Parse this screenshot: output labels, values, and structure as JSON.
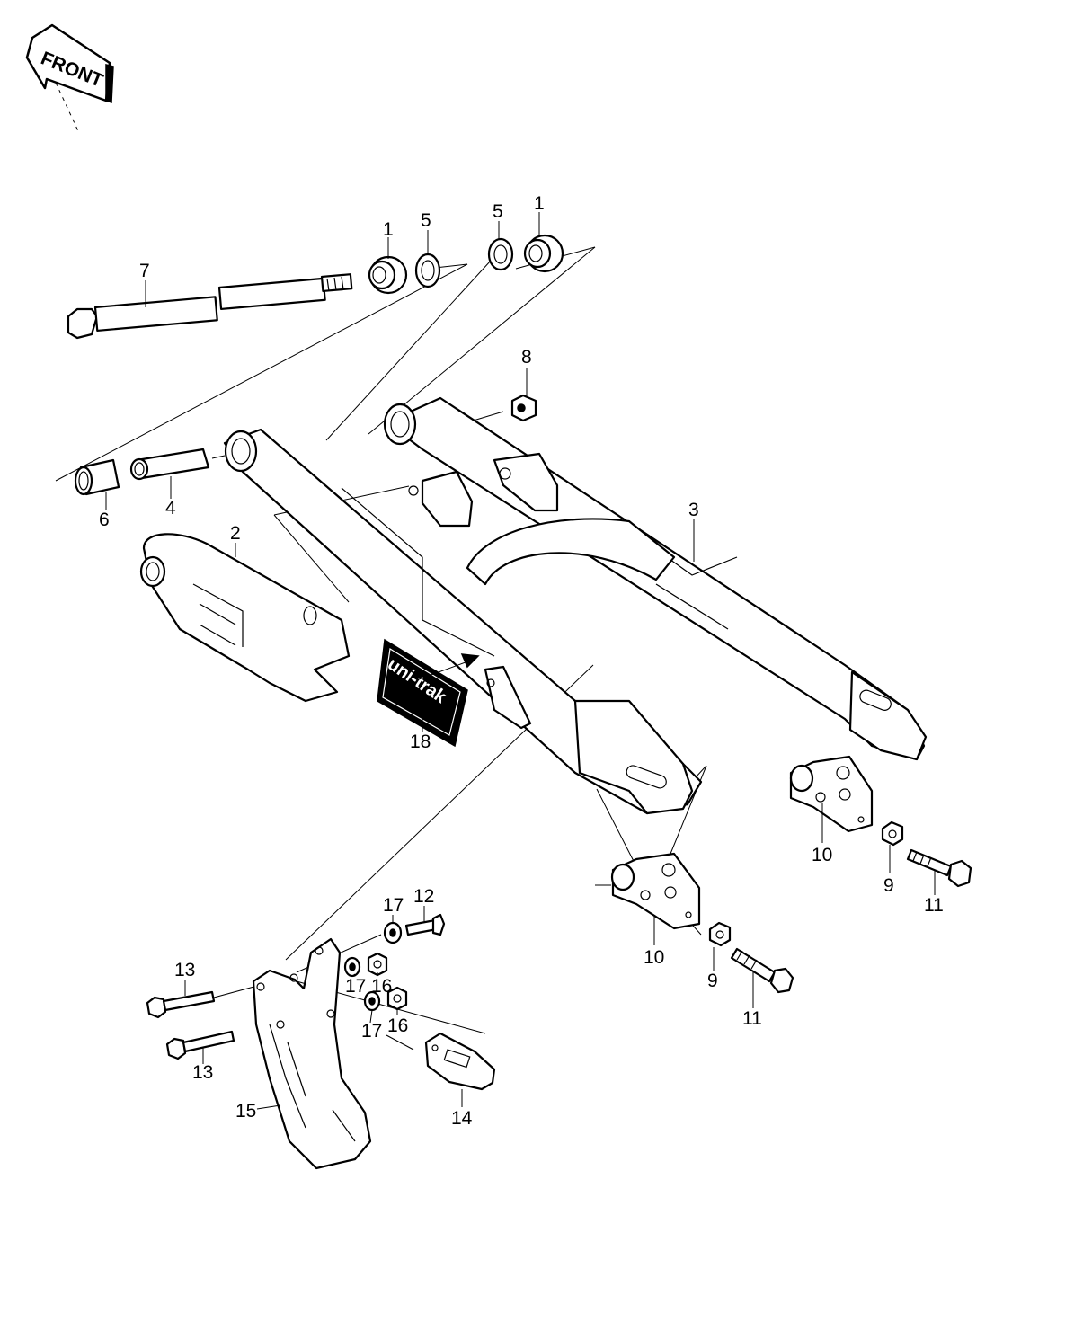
{
  "front_arrow": {
    "label": "FRONT"
  },
  "decal": {
    "text": "uni-trak"
  },
  "callouts": [
    "1",
    "5",
    "5",
    "1",
    "7",
    "8",
    "6",
    "4",
    "2",
    "3",
    "18",
    "10",
    "9",
    "11",
    "10",
    "9",
    "11",
    "17",
    "12",
    "17",
    "16",
    "13",
    "17",
    "16",
    "13",
    "15",
    "14"
  ]
}
